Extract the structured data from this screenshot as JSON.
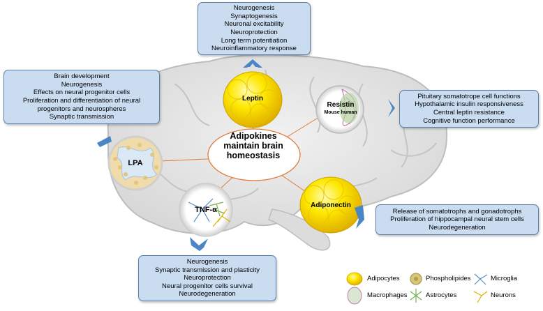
{
  "center": {
    "lines": [
      "Adipokines",
      "maintain brain",
      "homeostasis"
    ]
  },
  "nodes": {
    "leptin": "Leptin",
    "resistin": "Resistin",
    "resistin_sub": "Mouse  human",
    "lpa": "LPA",
    "tnf": "TNF-α",
    "adiponectin": "Adiponectin"
  },
  "boxes": {
    "top": [
      "Neurogenesis",
      "Synaptogenesis",
      "Neuronal excitability",
      "Neuroprotection",
      "Long term potentiation",
      "Neuroinflammatory response"
    ],
    "left": [
      "Brain development",
      "Neurogenesis",
      "Effects on neural progenitor cells",
      "Proliferation and differentiation of neural",
      "progenitors and neurospheres",
      "Synaptic transmission"
    ],
    "right": [
      "Pituitary somatotrope cell functions",
      "Hypothalamic insulin responsiveness",
      "Central leptin resistance",
      "Cognitive function performance"
    ],
    "adiponectin": [
      "Release of somatotrophs and gonadotrophs",
      "Proliferation of hippocampal neural stem cells",
      "Neurodegeneration"
    ],
    "bottom": [
      "Neurogenesis",
      "Synaptic transmission and plasticity",
      "Neuroprotection",
      "Neural progenitor cells survival",
      "Neurodegeneration"
    ]
  },
  "legend": {
    "adipocytes": "Adipocytes",
    "phospholipides": "Phospholipides",
    "microglia": "Microglia",
    "macrophages": "Macrophages",
    "astrocytes": "Astrocytes",
    "neurons": "Neurons"
  },
  "colors": {
    "box_fill": "#c9dcf0",
    "arrow": "#4a86c5",
    "adipocyte": "#ffe600",
    "brain": "#e6e6e6",
    "connector": "#e07b39"
  }
}
